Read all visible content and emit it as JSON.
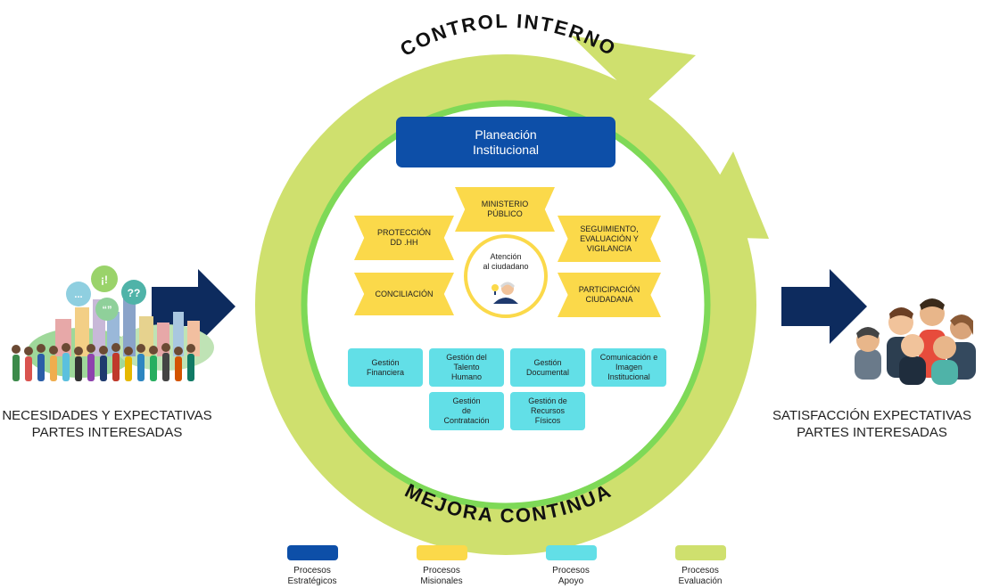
{
  "ring": {
    "top_label": "CONTROL INTERNO",
    "bottom_label": "MEJORA CONTINUA"
  },
  "left": {
    "line1": "NECESIDADES Y EXPECTATIVAS",
    "line2": "PARTES INTERESADAS",
    "speech_bubbles": [
      "...",
      "¡!",
      "“”",
      "??"
    ]
  },
  "right": {
    "line1": "SATISFACCIÓN EXPECTATIVAS",
    "line2": "PARTES INTERESADAS"
  },
  "estrategicos": {
    "line1": "Planeación",
    "line2": "Institucional"
  },
  "misionales": {
    "ministerio": [
      "MINISTERIO",
      "PÚBLICO"
    ],
    "proteccion": [
      "PROTECCIÓN",
      "DD .HH"
    ],
    "seguimiento": [
      "SEGUIMIENTO,",
      "EVALUACIÓN Y",
      "VIGILANCIA"
    ],
    "conciliacion": [
      "CONCILIACIÓN"
    ],
    "participacion": [
      "PARTICIPACIÓN",
      "CIUDADANA"
    ]
  },
  "center": {
    "line1": "Atención",
    "line2": "al ciudadano"
  },
  "apoyo": {
    "financiera": [
      "Gestión",
      "Financiera"
    ],
    "talento": [
      "Gestión del",
      "Talento",
      "Humano"
    ],
    "documental": [
      "Gestión",
      "Documental"
    ],
    "comunicacion": [
      "Comunicación e",
      "Imagen",
      "Institucional"
    ],
    "contratacion": [
      "Gestión",
      "de",
      "Contratación"
    ],
    "recursos": [
      "Gestión de",
      "Recursos",
      "Físicos"
    ]
  },
  "legend": [
    {
      "line1": "Procesos",
      "line2": "Estratégicos",
      "color": "#0d4fa8"
    },
    {
      "line1": "Procesos",
      "line2": "Misionales",
      "color": "#fbd94a"
    },
    {
      "line1": "Procesos",
      "line2": "Apoyo",
      "color": "#62dfe7"
    },
    {
      "line1": "Procesos",
      "line2": "Evaluación",
      "color": "#cfe06e"
    }
  ],
  "colors": {
    "ring_outer": "#cfe06e",
    "ring_inner": "#7ed957",
    "arrow_navy": "#0d2b5e"
  }
}
